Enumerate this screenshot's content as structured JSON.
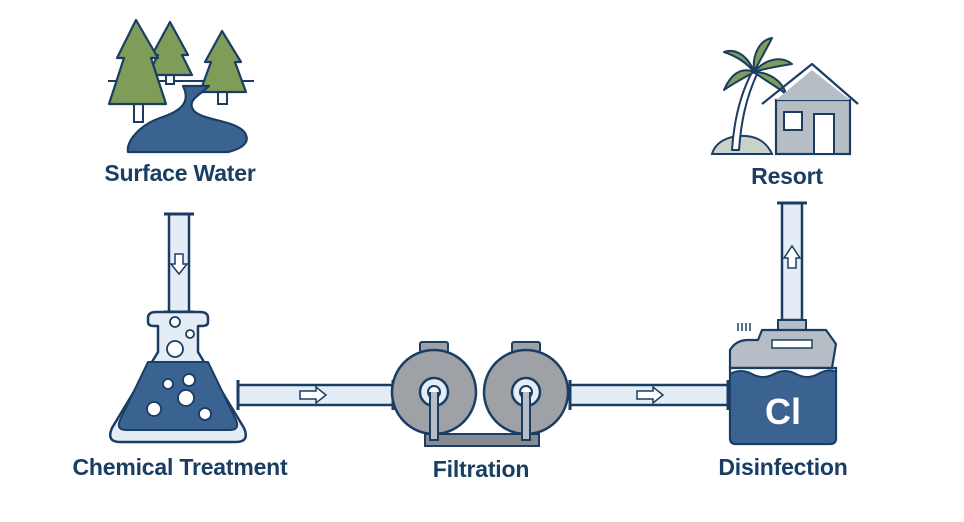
{
  "stages": {
    "surface_water": "Surface Water",
    "resort": "Resort",
    "chemical_treatment": "Chemical Treatment",
    "filtration": "Filtration",
    "disinfection": "Disinfection"
  },
  "tank": {
    "symbol": "Cl"
  },
  "icons": [
    "forest-river-icon",
    "resort-house-icon",
    "flask-icon",
    "filter-pumps-icon",
    "chlorine-tank-icon",
    "flow-arrow-icon"
  ],
  "colors": {
    "navy": "#1a3d63",
    "water": "#3b6391",
    "tree": "#7f9c58",
    "pipe": "#e4edf5",
    "filter_gray": "#9ea1a5",
    "tank_gray": "#b7bdc4",
    "mound": "#c9d2c9"
  }
}
